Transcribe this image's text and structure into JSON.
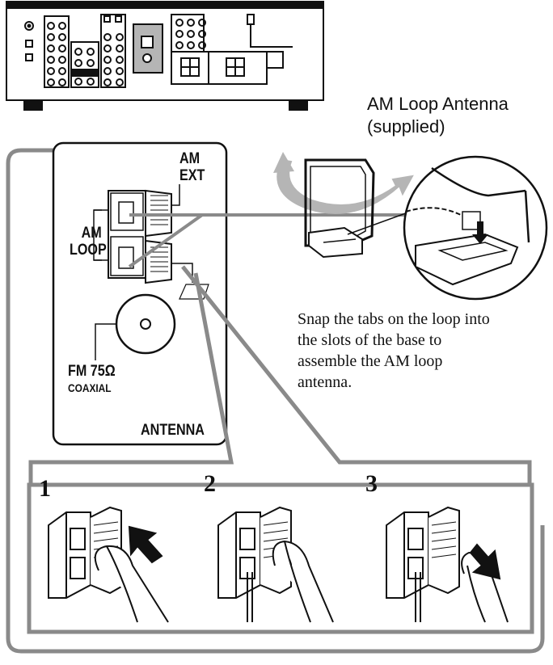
{
  "title": {
    "line1": "AM Loop Antenna",
    "line2": "(supplied)"
  },
  "terminal_labels": {
    "am_ext_1": "AM",
    "am_ext_2": "EXT",
    "am_loop_1": "AM",
    "am_loop_2": "LOOP",
    "fm_1": "FM 75Ω",
    "fm_2": "COAXIAL",
    "panel": "ANTENNA"
  },
  "instruction": {
    "line1": "Snap the tabs on the loop into",
    "line2": "the slots of the base to",
    "line3": "assemble the AM loop",
    "line4": "antenna."
  },
  "steps": [
    "1",
    "2",
    "3"
  ],
  "colors": {
    "line": "#111111",
    "callout": "#8a8a8a",
    "fill_gray": "#b5b5b5",
    "background": "#ffffff"
  },
  "icons": [
    "receiver-rear-panel",
    "am-loop-antenna",
    "arrow-push-icon",
    "arrow-release-icon",
    "rotate-arrow-icon"
  ]
}
